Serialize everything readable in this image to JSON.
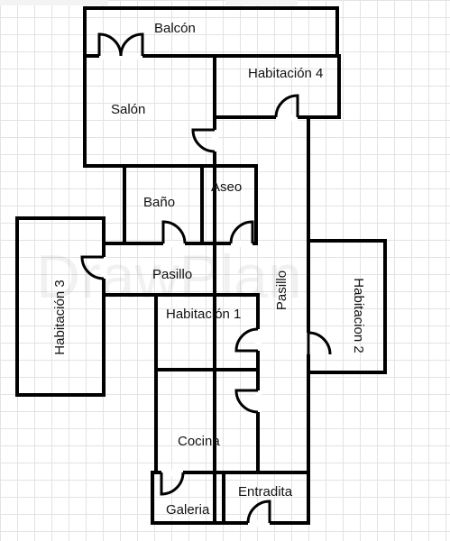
{
  "watermark": "DrawPlan",
  "rooms": {
    "balcon": "Balcón",
    "habitacion4": "Habitación 4",
    "salon": "Salón",
    "bano": "Baño",
    "aseo": "Aseo",
    "habitacion3": "Habitación 3",
    "pasillo_h": "Pasillo",
    "pasillo_v": "Pasillo",
    "habitacion1": "Habitación 1",
    "habitacion2": "Habitacion 2",
    "cocina": "Cocina",
    "entradita": "Entradita",
    "galeria": "Galeria"
  },
  "colors": {
    "wall": "#000000",
    "door_gap": "#ffffff",
    "grid": "#e3e3e3"
  }
}
